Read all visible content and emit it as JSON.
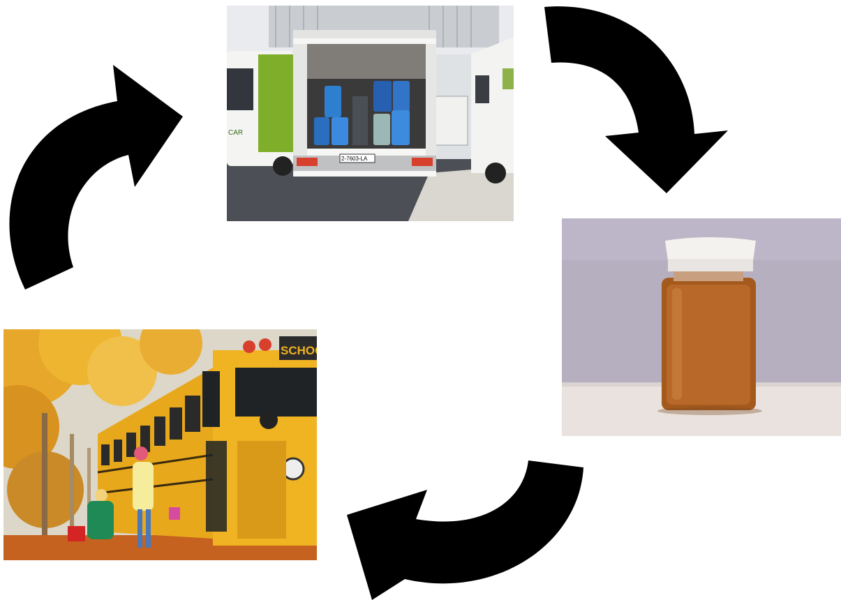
{
  "diagram": {
    "type": "cycle",
    "nodes": [
      {
        "id": "collection-van",
        "depicts": "white van with blue plastic canisters in cargo area"
      },
      {
        "id": "oil-jar",
        "depicts": "glass jar of amber oil with white cap"
      },
      {
        "id": "school-bus",
        "depicts": "yellow school bus with children in autumn"
      }
    ],
    "edges": [
      {
        "from": "collection-van",
        "to": "oil-jar"
      },
      {
        "from": "oil-jar",
        "to": "school-bus"
      },
      {
        "from": "school-bus",
        "to": "collection-van"
      }
    ]
  },
  "photo_text": {
    "bus_sign": "SCHOOL",
    "plate": "2-7603-LA",
    "van_logo": "CAR"
  },
  "colors": {
    "arrow": "#000000",
    "bus_yellow": "#e8a81c",
    "canister_blue": "#2f7fd0",
    "oil_amber": "#b0621f",
    "jar_background": "#b6afc0",
    "foliage": "#e7a72a"
  }
}
